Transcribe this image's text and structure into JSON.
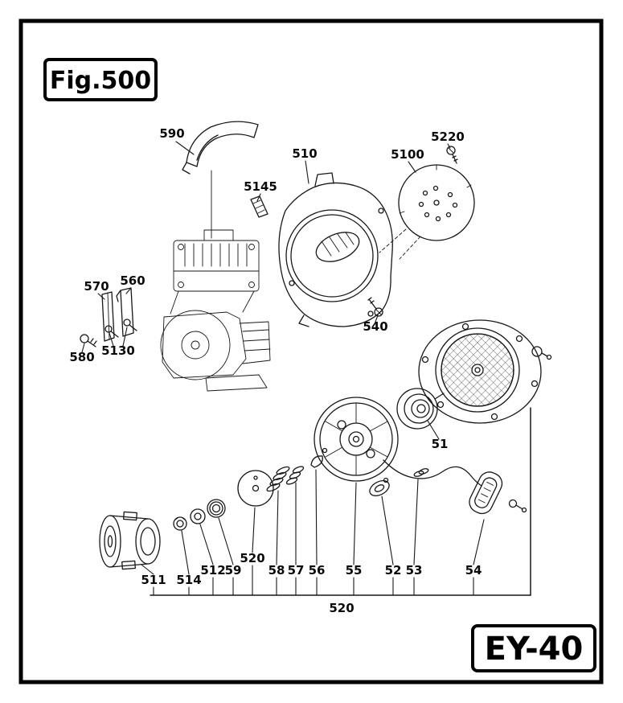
{
  "page": {
    "figure_label": "Fig.500",
    "model_label": "EY-40"
  },
  "parts": {
    "p590": "590",
    "p510": "510",
    "p5145": "5145",
    "p5220": "5220",
    "p5100": "5100",
    "p570": "570",
    "p560": "560",
    "p5130": "5130",
    "p580": "580",
    "p540": "540",
    "p51": "51",
    "p511": "511",
    "p514": "514",
    "p512": "512",
    "p59": "59",
    "p520_row": "520",
    "p58": "58",
    "p57": "57",
    "p56": "56",
    "p55": "55",
    "p52": "52",
    "p53": "53",
    "p54": "54",
    "p520_group": "520"
  }
}
